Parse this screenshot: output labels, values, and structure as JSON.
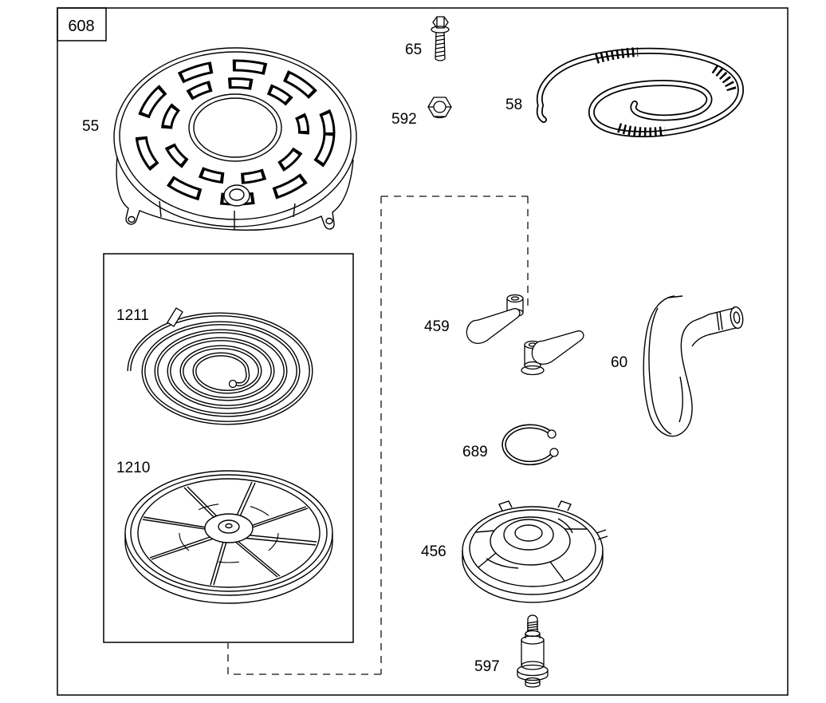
{
  "colors": {
    "line": "#000000",
    "background": "#ffffff"
  },
  "figure": {
    "number": "608"
  },
  "parts": {
    "blower_housing": "55",
    "screw": "65",
    "nut": "592",
    "rope": "58",
    "spring": "1211",
    "pulley": "1210",
    "pawls": "459",
    "handle": "60",
    "ring": "689",
    "plate": "456",
    "shoulder_screw": "597"
  }
}
